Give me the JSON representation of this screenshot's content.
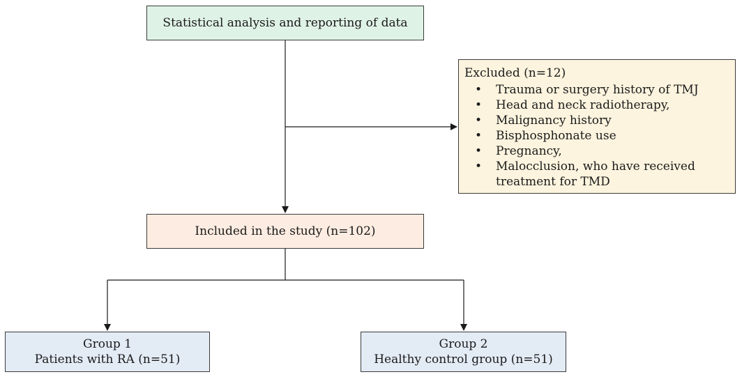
{
  "nodes": {
    "top": {
      "text": "Statistical analysis and reporting of data",
      "color": "#dff2e6"
    },
    "excluded": {
      "title": "Excluded (n=12)",
      "items": [
        "Trauma or surgery history of TMJ",
        "Head and neck radiotherapy,",
        "Malignancy history",
        "Bisphosphonate use",
        "Pregnancy,",
        "Malocclusion, who have received treatment for TMD"
      ],
      "color": "#fcf4de"
    },
    "included": {
      "text": "Included in the study (n=102)",
      "color": "#fdece1"
    },
    "group1": {
      "line1": "Group 1",
      "line2": "Patients with RA (n=51)",
      "color": "#e3ebf5"
    },
    "group2": {
      "line1": "Group 2",
      "line2": "Healthy control group (n=51)",
      "color": "#e3ebf5"
    }
  },
  "edges": [
    {
      "from": "top",
      "to": "included"
    },
    {
      "from": "top",
      "to": "excluded"
    },
    {
      "from": "included",
      "to": "group1"
    },
    {
      "from": "included",
      "to": "group2"
    }
  ]
}
